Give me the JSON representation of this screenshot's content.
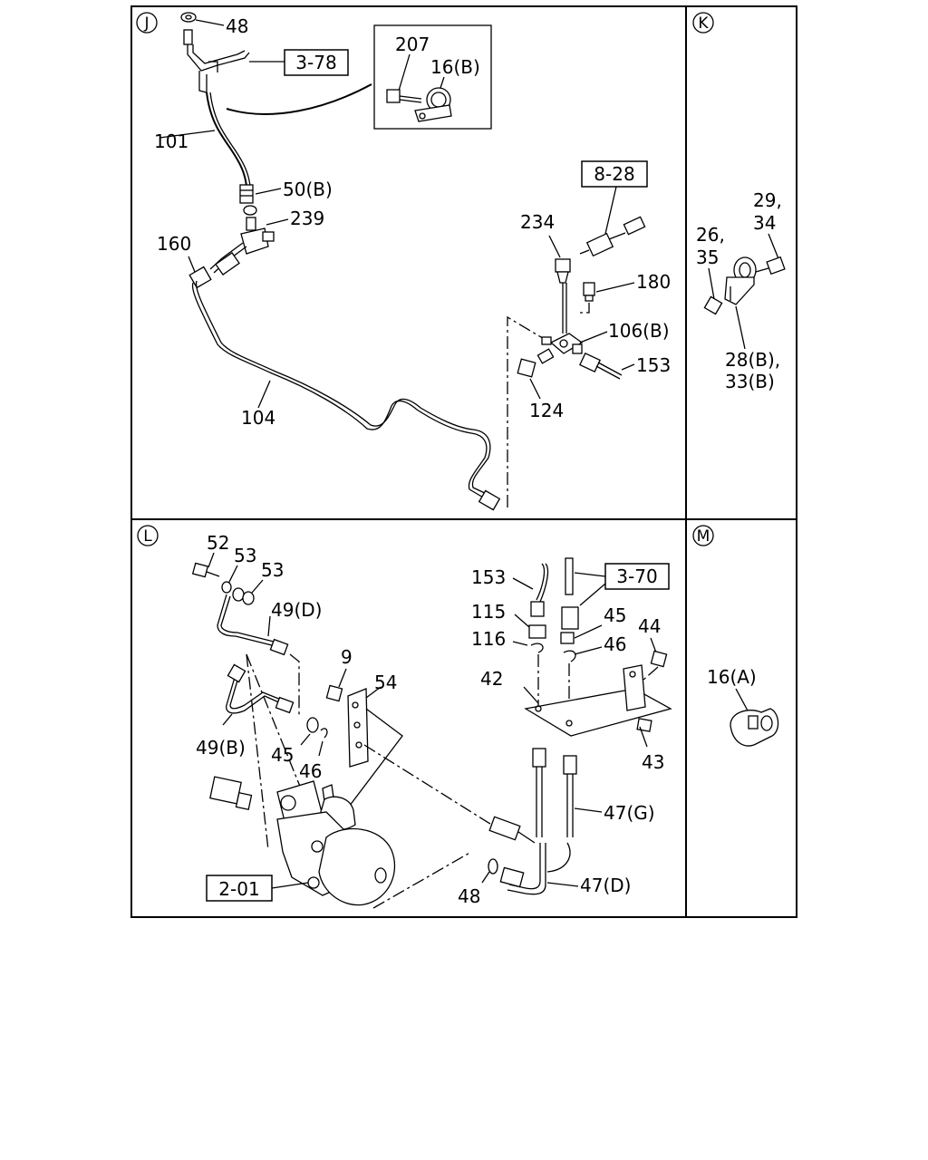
{
  "panels": {
    "J": {
      "id": "J",
      "callouts": [
        "48",
        "207",
        "16(B)",
        "101",
        "50(B)",
        "239",
        "160",
        "104",
        "234",
        "180",
        "106(B)",
        "124",
        "153"
      ],
      "refs": [
        "3-78",
        "8-28"
      ]
    },
    "K": {
      "id": "K",
      "callouts": [
        "29,",
        "34",
        "26,",
        "35",
        "28(B),",
        "33(B)"
      ]
    },
    "L": {
      "id": "L",
      "callouts": [
        "52",
        "53",
        "53",
        "49(D)",
        "9",
        "54",
        "49(B)",
        "45",
        "46",
        "48",
        "153",
        "115",
        "116",
        "45",
        "46",
        "44",
        "42",
        "43",
        "47(G)",
        "47(D)"
      ],
      "refs": [
        "3-70",
        "2-01"
      ]
    },
    "M": {
      "id": "M",
      "callouts": [
        "16(A)"
      ]
    }
  }
}
